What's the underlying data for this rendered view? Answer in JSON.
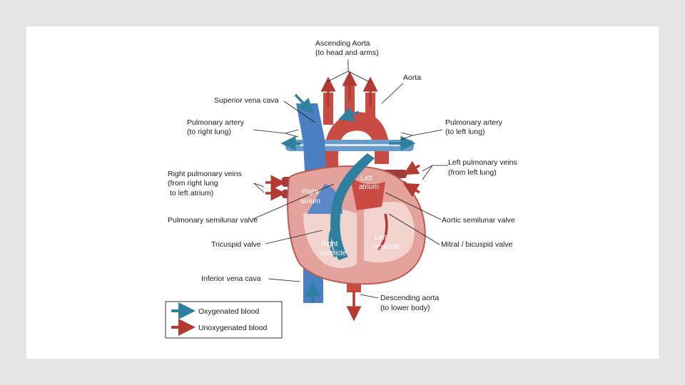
{
  "labels": {
    "ascending_aorta": "Ascending Aorta",
    "ascending_aorta_sub": "(to head and arms)",
    "aorta": "Aorta",
    "superior_vena_cava": "Superior vena cava",
    "pulmonary_artery_right": "Pulmonary artery",
    "pulmonary_artery_right_sub": "(to right lung)",
    "pulmonary_artery_left": "Pulmonary artery",
    "pulmonary_artery_left_sub": "(to left lung)",
    "left_pulmonary_veins": "Left pulmonary veins",
    "left_pulmonary_veins_sub": "(from left lung)",
    "right_pulmonary_veins": "Right pulmonary veins",
    "right_pulmonary_veins_sub1": "(from right lung",
    "right_pulmonary_veins_sub2": "to left atrium)",
    "pulmonary_semilunar_valve": "Pulmonary semilunar valve",
    "aortic_semilunar_valve": "Aortic semilunar valve",
    "tricuspid_valve": "Tricuspid valve",
    "mitral_valve": "Mitral / bicuspid valve",
    "inferior_vena_cava": "Inferior vena cava",
    "descending_aorta": "Descending aorta",
    "descending_aorta_sub": "(to lower body)"
  },
  "chambers": {
    "left_atrium_1": "Left",
    "left_atrium_2": "atrium",
    "right_atrium_1": "Right",
    "right_atrium_2": "atrium",
    "right_ventricle_1": "Right",
    "right_ventricle_2": "ventricle",
    "left_ventricle_1": "Left",
    "left_ventricle_2": "ventricle"
  },
  "legend": {
    "oxygenated": "Oxygenated blood",
    "unoxygenated": "Unoxygenated blood",
    "oxygenated_color": "#2f7f9e",
    "unoxygenated_color": "#c0443b"
  }
}
